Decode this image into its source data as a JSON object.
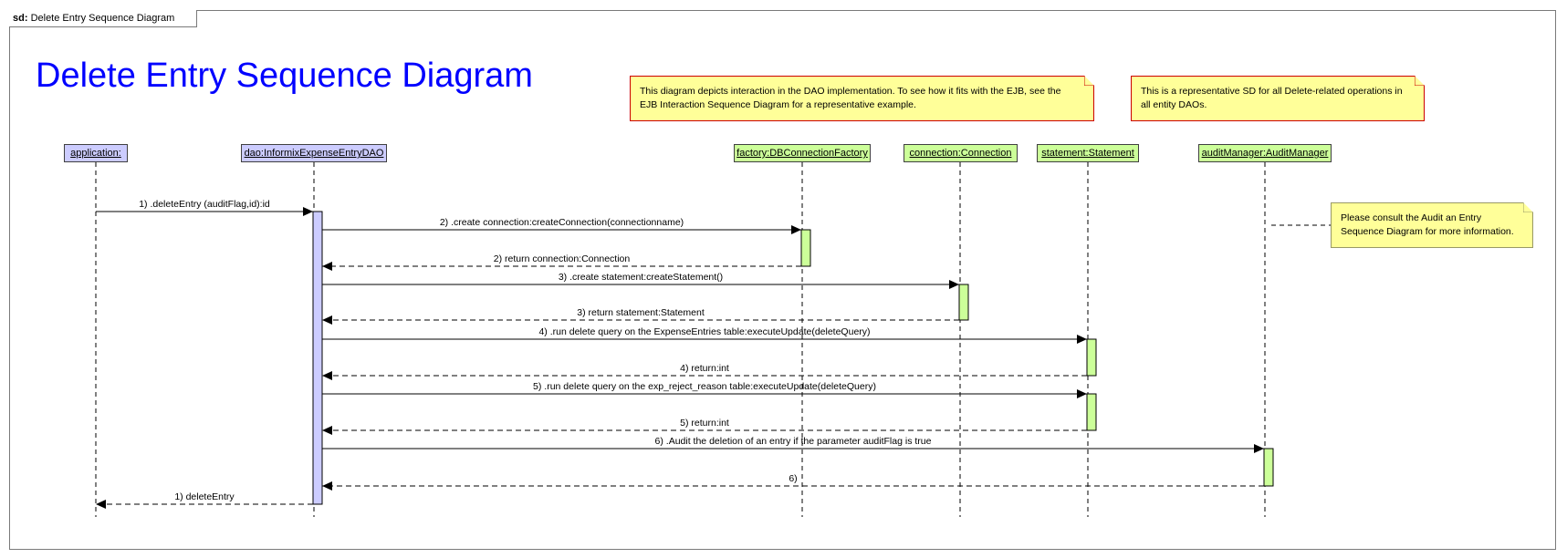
{
  "frame_tab": {
    "prefix": "sd:",
    "name": "Delete Entry Sequence Diagram"
  },
  "title": "Delete Entry Sequence Diagram",
  "notes": [
    {
      "lines": [
        "This diagram depicts interaction in the DAO implementation. To see how it fits with the EJB, see the",
        "EJB Interaction Sequence Diagram for a representative example."
      ]
    },
    {
      "lines": [
        "This is a representative SD for all Delete-related operations in",
        "all entity DAOs."
      ]
    },
    {
      "lines": [
        "Please consult the Audit an Entry",
        "Sequence Diagram for more information."
      ]
    }
  ],
  "lifelines": [
    {
      "label": "application:",
      "color": "#ccccff"
    },
    {
      "label": "dao:InformixExpenseEntryDAO",
      "color": "#ccccff"
    },
    {
      "label": "factory:DBConnectionFactory",
      "color": "#ccff99"
    },
    {
      "label": "connection:Connection",
      "color": "#ccff99"
    },
    {
      "label": "statement:Statement",
      "color": "#ccff99"
    },
    {
      "label": "auditManager:AuditManager",
      "color": "#ccff99"
    }
  ],
  "messages": [
    {
      "from": 0,
      "to": 1,
      "kind": "call",
      "label": "1) .deleteEntry (auditFlag,id):id"
    },
    {
      "from": 1,
      "to": 2,
      "kind": "call",
      "label": "2) .create connection:createConnection(connectionname)"
    },
    {
      "from": 2,
      "to": 1,
      "kind": "return",
      "label": "2) return connection:Connection"
    },
    {
      "from": 1,
      "to": 3,
      "kind": "call",
      "label": "3) .create statement:createStatement()"
    },
    {
      "from": 3,
      "to": 1,
      "kind": "return",
      "label": "3) return statement:Statement"
    },
    {
      "from": 1,
      "to": 4,
      "kind": "call",
      "label": "4) .run delete query on the ExpenseEntries table:executeUpdate(deleteQuery)"
    },
    {
      "from": 4,
      "to": 1,
      "kind": "return",
      "label": "4) return:int"
    },
    {
      "from": 1,
      "to": 4,
      "kind": "call",
      "label": "5) .run delete query on the exp_reject_reason table:executeUpdate(deleteQuery)"
    },
    {
      "from": 4,
      "to": 1,
      "kind": "return",
      "label": "5) return:int"
    },
    {
      "from": 1,
      "to": 5,
      "kind": "call",
      "label": "6) .Audit the deletion of an entry if the parameter auditFlag is true"
    },
    {
      "from": 5,
      "to": 1,
      "kind": "return",
      "label": "6)"
    },
    {
      "from": 1,
      "to": 0,
      "kind": "return",
      "label": "1) deleteEntry"
    }
  ]
}
